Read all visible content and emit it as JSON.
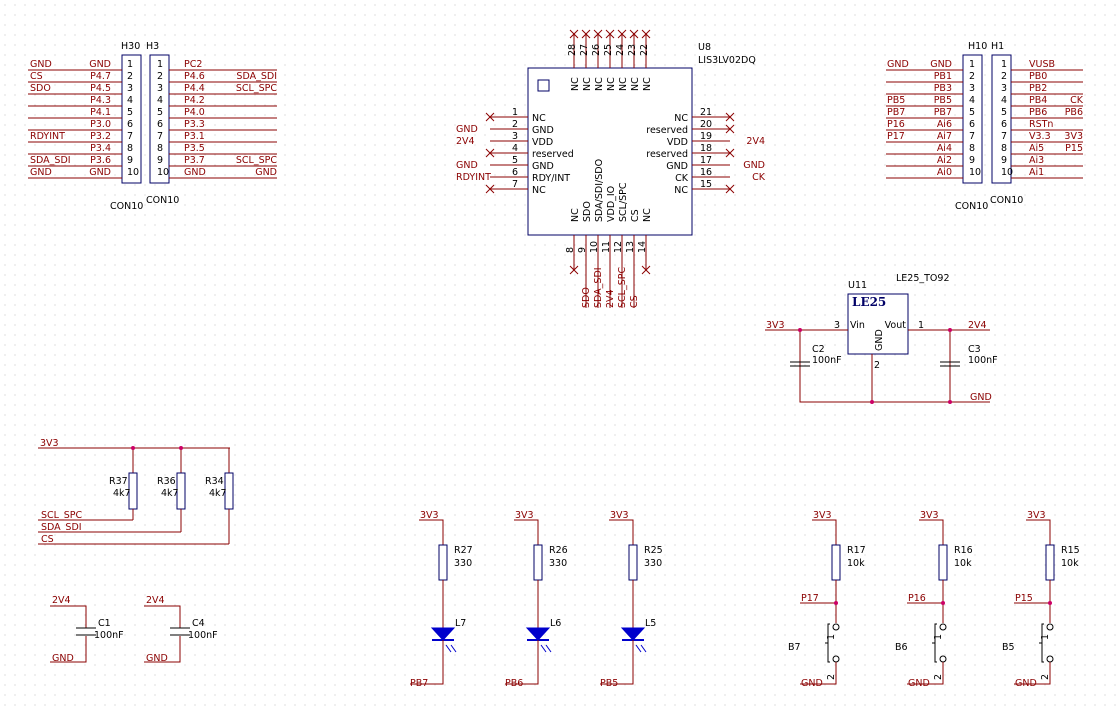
{
  "connector_left": {
    "ref_a": "H30",
    "ref_b": "H3",
    "value_a": "CON10",
    "value_b": "CON10",
    "pins": [
      "1",
      "2",
      "3",
      "4",
      "5",
      "6",
      "7",
      "8",
      "9",
      "10"
    ],
    "left_nets": [
      "GND",
      "CS",
      "SDO",
      "",
      "",
      "",
      "RDYINT",
      "",
      "SDA_SDI",
      "GND"
    ],
    "left_pins": [
      "GND",
      "P4.7",
      "P4.5",
      "P4.3",
      "P4.1",
      "P3.0",
      "P3.2",
      "P3.4",
      "P3.6",
      "GND"
    ],
    "right_pins": [
      "PC2",
      "P4.6",
      "P4.4",
      "P4.2",
      "P4.0",
      "P3.3",
      "P3.1",
      "P3.5",
      "P3.7",
      "GND"
    ],
    "right_nets": [
      "",
      "SDA_SDI",
      "SCL_SPC",
      "",
      "",
      "",
      "",
      "",
      "SCL_SPC",
      "GND"
    ]
  },
  "connector_right": {
    "ref_a": "H10",
    "ref_b": "H1",
    "value_a": "CON10",
    "value_b": "CON10",
    "pins": [
      "1",
      "2",
      "3",
      "4",
      "5",
      "6",
      "7",
      "8",
      "9",
      "10"
    ],
    "left_nets": [
      "GND",
      "",
      "",
      "PB5",
      "PB7",
      "P16",
      "P17",
      "",
      "",
      ""
    ],
    "left_pins": [
      "GND",
      "PB1",
      "PB3",
      "PB5",
      "PB7",
      "Ai6",
      "Ai7",
      "Ai4",
      "Ai2",
      "Ai0"
    ],
    "right_pins": [
      "VUSB",
      "PB0",
      "PB2",
      "PB4",
      "PB6",
      "RSTn",
      "V3.3",
      "Ai5",
      "Ai3",
      "Ai1"
    ],
    "right_nets": [
      "",
      "",
      "",
      "CK",
      "PB6",
      "",
      "3V3",
      "P15",
      "",
      ""
    ]
  },
  "sensor": {
    "ref": "U8",
    "value": "LIS3LV02DQ",
    "left_pins": [
      {
        "num": "1",
        "name": "NC",
        "net": ""
      },
      {
        "num": "2",
        "name": "GND",
        "net": "GND"
      },
      {
        "num": "3",
        "name": "VDD",
        "net": "2V4"
      },
      {
        "num": "4",
        "name": "reserved",
        "net": ""
      },
      {
        "num": "5",
        "name": "GND",
        "net": "GND"
      },
      {
        "num": "6",
        "name": "RDY/INT",
        "net": "RDYINT"
      },
      {
        "num": "7",
        "name": "NC",
        "net": ""
      }
    ],
    "right_pins": [
      {
        "num": "21",
        "name": "NC",
        "net": ""
      },
      {
        "num": "20",
        "name": "reserved",
        "net": ""
      },
      {
        "num": "19",
        "name": "VDD",
        "net": "2V4"
      },
      {
        "num": "18",
        "name": "reserved",
        "net": ""
      },
      {
        "num": "17",
        "name": "GND",
        "net": "GND"
      },
      {
        "num": "16",
        "name": "CK",
        "net": "CK"
      },
      {
        "num": "15",
        "name": "NC",
        "net": ""
      }
    ],
    "top_pins": [
      {
        "num": "28",
        "name": "NC"
      },
      {
        "num": "27",
        "name": "NC"
      },
      {
        "num": "26",
        "name": "NC"
      },
      {
        "num": "25",
        "name": "NC"
      },
      {
        "num": "24",
        "name": "NC"
      },
      {
        "num": "23",
        "name": "NC"
      },
      {
        "num": "22",
        "name": "NC"
      }
    ],
    "bottom_pins": [
      {
        "num": "8",
        "name": "NC",
        "net": ""
      },
      {
        "num": "9",
        "name": "SDO",
        "net": "SDO"
      },
      {
        "num": "10",
        "name": "SDA/SDI/SDO",
        "net": "SDA_SDI"
      },
      {
        "num": "11",
        "name": "VDD_IO",
        "net": "2V4"
      },
      {
        "num": "12",
        "name": "SCL/SPC",
        "net": "SCL_SPC"
      },
      {
        "num": "13",
        "name": "CS",
        "net": "CS"
      },
      {
        "num": "14",
        "name": "NC",
        "net": ""
      }
    ]
  },
  "regulator": {
    "ref": "U11",
    "value": "LE25_TO92",
    "body_label": "LE25",
    "pin_vin": "Vin",
    "pin_vout": "Vout",
    "pin_gnd": "GND",
    "num_vin": "3",
    "num_vout": "1",
    "num_gnd": "2",
    "net_in": "3V3",
    "net_out": "2V4",
    "net_gnd": "GND",
    "cap_in": {
      "ref": "C2",
      "value": "100nF"
    },
    "cap_out": {
      "ref": "C3",
      "value": "100nF"
    }
  },
  "pullups": {
    "rail": "3V3",
    "resistors": [
      {
        "ref": "R37",
        "value": "4k7",
        "net": "SCL_SPC"
      },
      {
        "ref": "R36",
        "value": "4k7",
        "net": "SDA_SDI"
      },
      {
        "ref": "R34",
        "value": "4k7",
        "net": "CS"
      }
    ]
  },
  "decoupling": [
    {
      "ref": "C1",
      "value": "100nF",
      "top": "2V4",
      "bottom": "GND"
    },
    {
      "ref": "C4",
      "value": "100nF",
      "top": "2V4",
      "bottom": "GND"
    }
  ],
  "leds": [
    {
      "r_ref": "R27",
      "r_val": "330",
      "led": "L7",
      "top": "3V3",
      "net": "PB7"
    },
    {
      "r_ref": "R26",
      "r_val": "330",
      "led": "L6",
      "top": "3V3",
      "net": "PB6"
    },
    {
      "r_ref": "R25",
      "r_val": "330",
      "led": "L5",
      "top": "3V3",
      "net": "PB5"
    }
  ],
  "buttons": [
    {
      "r_ref": "R17",
      "r_val": "10k",
      "btn": "B7",
      "top": "3V3",
      "net": "P17",
      "gnd": "GND",
      "pin1": "1",
      "pin2": "2"
    },
    {
      "r_ref": "R16",
      "r_val": "10k",
      "btn": "B6",
      "top": "3V3",
      "net": "P16",
      "gnd": "GND",
      "pin1": "1",
      "pin2": "2"
    },
    {
      "r_ref": "R15",
      "r_val": "10k",
      "btn": "B5",
      "top": "3V3",
      "net": "P15",
      "gnd": "GND",
      "pin1": "1",
      "pin2": "2"
    }
  ],
  "colors": {
    "wire": "#8b0000",
    "junction": "#cc0066",
    "led": "#0000cc",
    "grid": "#c8c8c8"
  }
}
